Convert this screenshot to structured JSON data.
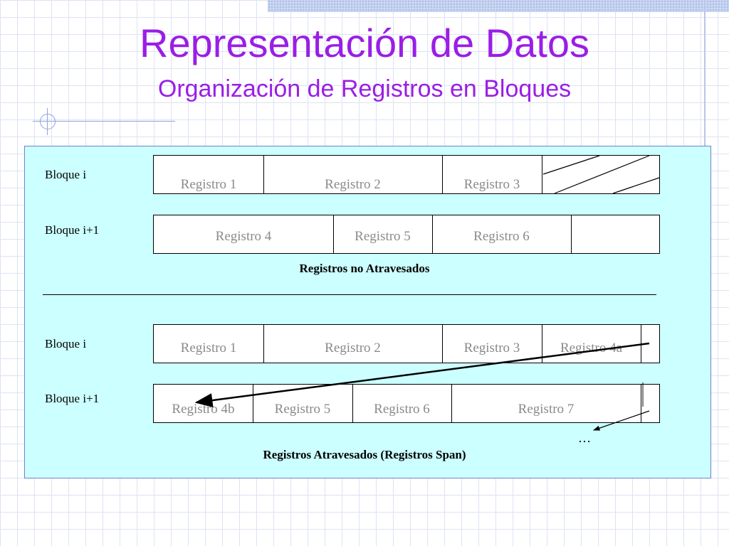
{
  "slide": {
    "title": "Representación de Datos",
    "subtitle": "Organización de Registros en Bloques"
  },
  "unspanned": {
    "caption": "Registros no Atravesados",
    "block_i": {
      "label": "Bloque i",
      "cells": [
        "Registro  1",
        "Registro 2",
        "Registro 3",
        ""
      ]
    },
    "block_i1": {
      "label": "Bloque i+1",
      "cells": [
        "Registro  4",
        "Registro 5",
        "Registro 6",
        ""
      ]
    }
  },
  "spanned": {
    "caption": "Registros Atravesados (Registros Span)",
    "block_i": {
      "label": "Bloque i",
      "cells": [
        "Registro  1",
        "Registro 2",
        "Registro 3",
        "Registro 4a",
        ""
      ]
    },
    "block_i1": {
      "label": "Bloque i+1",
      "cells": [
        "Registro  4b",
        "Registro 5",
        "Registro 6",
        "Registro 7",
        ""
      ]
    },
    "ellipsis": "…"
  },
  "colors": {
    "title": "#9a1ee6",
    "panel": "#ccffff",
    "record_text": "#8a8a8a"
  }
}
